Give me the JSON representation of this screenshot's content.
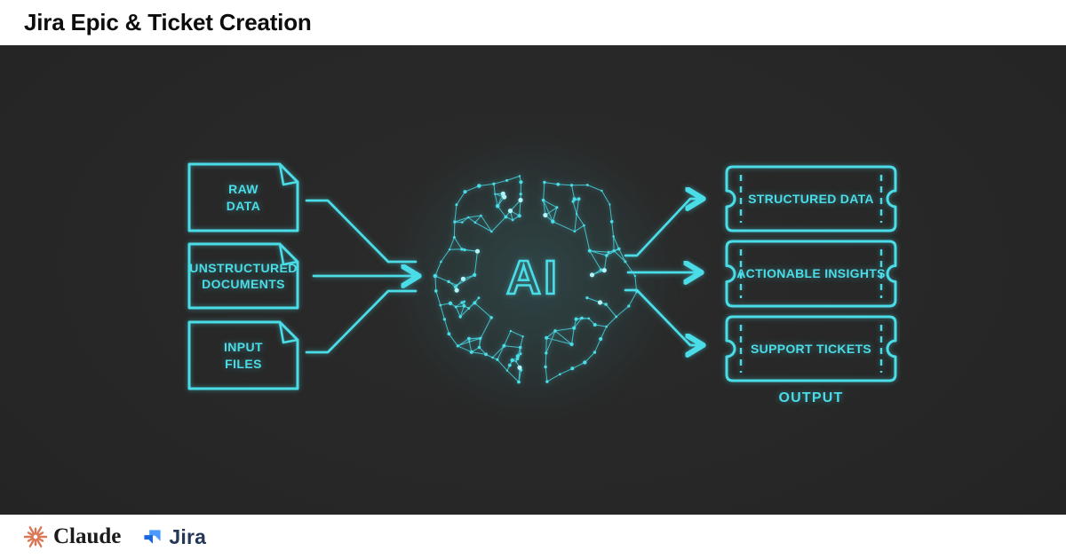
{
  "header": {
    "title": "Jira Epic & Ticket Creation"
  },
  "diagram": {
    "inputs": [
      {
        "line1": "RAW",
        "line2": "DATA"
      },
      {
        "line1": "UNSTRUCTURED",
        "line2": "DOCUMENTS"
      },
      {
        "line1": "INPUT",
        "line2": "FILES"
      }
    ],
    "ai_label": "AI",
    "outputs": [
      {
        "label": "STRUCTURED DATA"
      },
      {
        "label": "ACTIONABLE INSIGHTS"
      },
      {
        "label": "SUPPORT TICKETS"
      }
    ],
    "output_caption": "OUTPUT"
  },
  "footer": {
    "claude_label": "Claude",
    "jira_label": "Jira"
  },
  "colors": {
    "accent": "#4ADDE8",
    "canvas_bg": "#272727",
    "claude_spark": "#D97757",
    "jira_blue_light": "#4C9AFF",
    "jira_blue_dark": "#1868DB",
    "jira_text": "#253858"
  }
}
